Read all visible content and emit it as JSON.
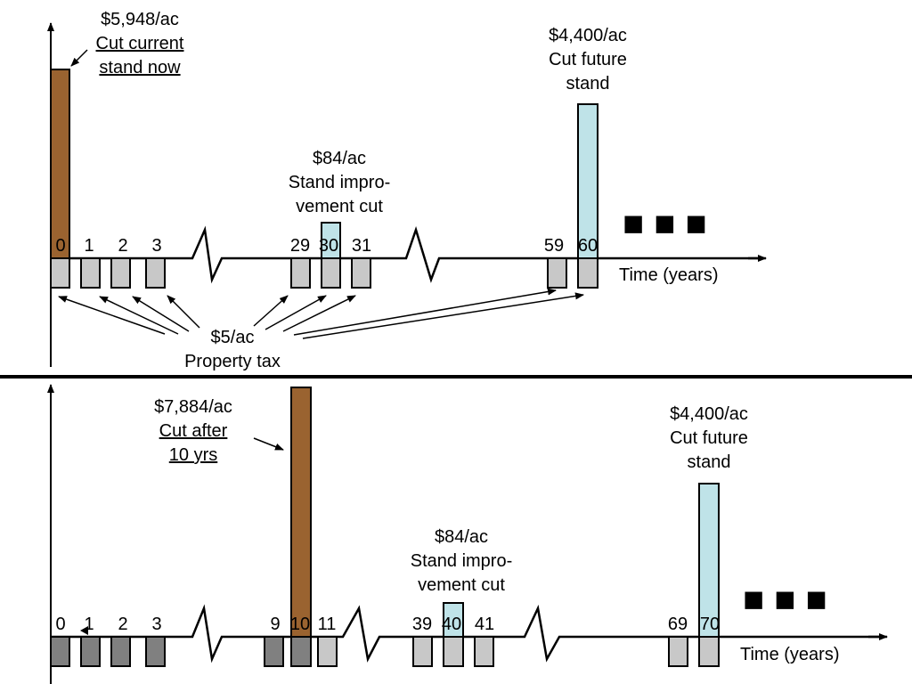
{
  "colors": {
    "harvest": "#9a6330",
    "future_harvest": "#bfe3e8",
    "tax_light": "#c8c8c8",
    "tax_dark": "#808080",
    "line": "#000000"
  },
  "top": {
    "current_cut": {
      "value": "$5,948/ac",
      "line1": "Cut current",
      "line2": "stand now"
    },
    "improvement_cut": {
      "value": "$84/ac",
      "line1": "Stand impro-",
      "line2": "vement cut"
    },
    "future_cut": {
      "value": "$4,400/ac",
      "line1": "Cut future",
      "line2": "stand"
    },
    "tax": {
      "value": "$5/ac",
      "label": "Property tax"
    },
    "time_label": "Time (years)",
    "ellipsis": "■ ■ ■",
    "ticks": [
      "0",
      "1",
      "2",
      "3",
      "29",
      "30",
      "31",
      "59",
      "60"
    ]
  },
  "bottom": {
    "current_cut": {
      "value": "$7,884/ac",
      "line1": "Cut after",
      "line2": "10 yrs"
    },
    "improvement_cut": {
      "value": "$84/ac",
      "line1": "Stand impro-",
      "line2": "vement cut"
    },
    "future_cut": {
      "value": "$4,400/ac",
      "line1": "Cut future",
      "line2": "stand"
    },
    "time_label": "Time (years)",
    "ellipsis": "■ ■ ■",
    "ticks": [
      "0",
      "1",
      "2",
      "3",
      "9",
      "10",
      "11",
      "39",
      "40",
      "41",
      "69",
      "70"
    ]
  }
}
